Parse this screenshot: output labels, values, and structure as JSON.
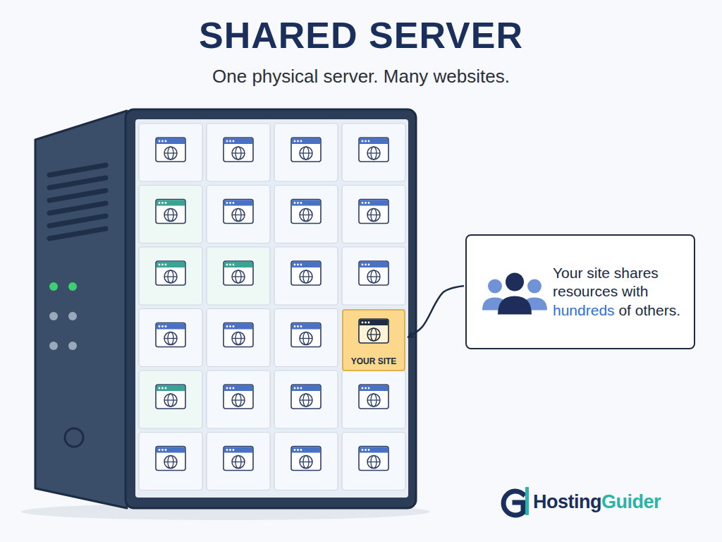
{
  "diagram": {
    "title": "SHARED SERVER",
    "caption": "One physical server. Many websites.",
    "nodes": [
      {
        "text": [
          "YOUR SITE"
        ]
      },
      {
        "text": [
          "Your site shares resources with hundreds of others."
        ]
      }
    ],
    "edges": [
      {
        "from": 1,
        "to": 0,
        "arrow": "to"
      }
    ],
    "labels": [
      "HostingGuider"
    ]
  }
}
